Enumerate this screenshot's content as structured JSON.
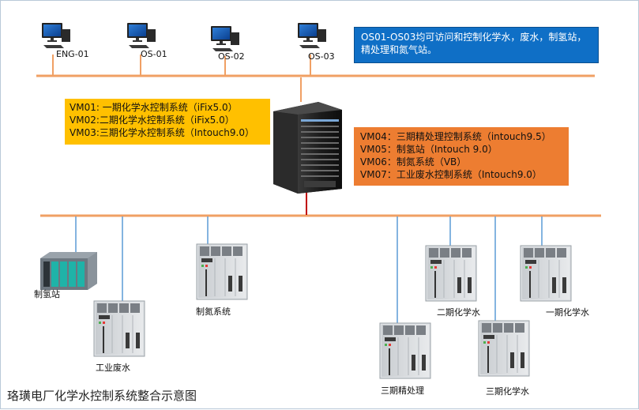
{
  "colors": {
    "bus": "#f0a064",
    "link_blue": "#5b9bd5",
    "link_red": "#c00000",
    "blue_box": "#0f6fc6",
    "yellow_box": "#ffc000",
    "orange_box": "#ed7d31"
  },
  "workstations": [
    {
      "label": "ENG-01",
      "icon": "desktop-computer-icon"
    },
    {
      "label": "OS-01",
      "icon": "desktop-computer-icon"
    },
    {
      "label": "OS-02",
      "icon": "desktop-computer-icon"
    },
    {
      "label": "OS-03",
      "icon": "desktop-computer-icon"
    }
  ],
  "notes": {
    "access": "OS01-OS03均可访问和控制化学水，废水，制氢站，精处理和氮气站。"
  },
  "server": {
    "icon": "server-rack-icon",
    "vm_left": [
      "VM01: 一期化学水控制系统（iFix5.0）",
      "VM02:二期化学水控制系统（iFix5.0）",
      "VM03:三期化学水控制系统（Intouch9.0）"
    ],
    "vm_right": [
      "VM04：三期精处理控制系统（intouch9.5）",
      "VM05：制氢站（Intouch 9.0）",
      "VM06：制氮系统（VB）",
      "VM07：工业废水控制系统（Intouch9.0）"
    ]
  },
  "plcs": [
    {
      "label": "制氢站",
      "icon": "siemens-plc-icon"
    },
    {
      "label": "工业废水",
      "icon": "plc-rack-icon"
    },
    {
      "label": "制氮系统",
      "icon": "plc-rack-icon"
    },
    {
      "label": "三期精处理",
      "icon": "plc-rack-icon"
    },
    {
      "label": "二期化学水",
      "icon": "plc-rack-icon"
    },
    {
      "label": "三期化学水",
      "icon": "plc-rack-icon"
    },
    {
      "label": "一期化学水",
      "icon": "plc-rack-icon"
    }
  ],
  "title": "珞璜电厂化学水控制系统整合示意图"
}
